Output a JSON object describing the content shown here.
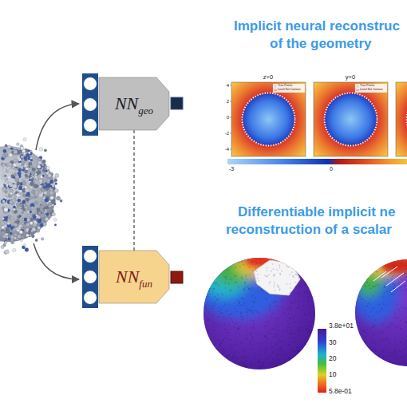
{
  "diagram": {
    "nodes": [
      {
        "text": [
          "NN",
          "geo"
        ]
      },
      {
        "text": [
          "NN",
          "fun"
        ]
      }
    ],
    "edges": [
      {
        "from": 0,
        "to": 1,
        "arrow": "none"
      }
    ],
    "labels": [
      "Implicit neural reconstruc",
      "of the geometry",
      "z=0",
      "y=0",
      "4",
      "2",
      "0",
      "-2",
      "-4",
      "-3",
      "0",
      "Differentiable implicit ne",
      "reconstruction of a scalar",
      "3.8e+01",
      "30",
      "20",
      "10",
      "5.8e-01"
    ],
    "legend": [
      {
        "text": "True Points"
      },
      {
        "text": "Level Set Contour"
      },
      {
        "text": "True Points"
      },
      {
        "text": "Level Set Contour"
      }
    ]
  }
}
